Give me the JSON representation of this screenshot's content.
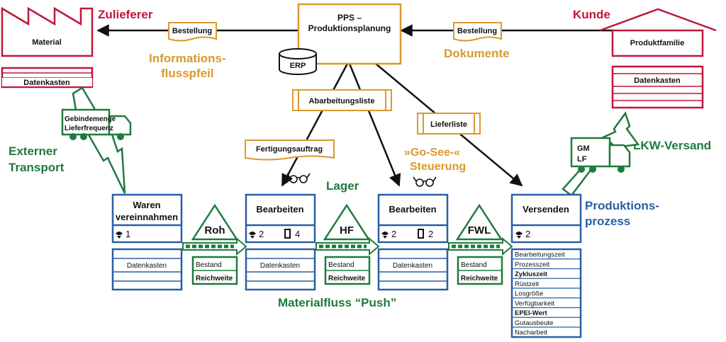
{
  "colors": {
    "red": "#c0163b",
    "orange": "#d89a2c",
    "blue": "#2a5fa5",
    "green": "#1f7a3e",
    "black": "#111111"
  },
  "supplier": {
    "heading": "Zulieferer",
    "label": "Material",
    "datakasten": "Datenkasten"
  },
  "customer": {
    "heading": "Kunde",
    "label": "Produktfamilie",
    "datakasten": "Datenkasten"
  },
  "pps": {
    "line1": "PPS –",
    "line2": "Produktionsplanung",
    "erp": "ERP"
  },
  "documents": {
    "order_left": "Bestellung",
    "order_right": "Bestellung",
    "work_list": "Abarbeitungsliste",
    "delivery_list": "Lieferliste",
    "production_order": "Fertigungsauftrag"
  },
  "annotations": {
    "info_arrow_1": "Informations-",
    "info_arrow_2": "flusspfeil",
    "documents": "Dokumente",
    "go_see_1": "»Go-See-«",
    "go_see_2": "Steuerung",
    "external_1": "Externer",
    "external_2": "Transport",
    "storage": "Lager",
    "truck_ship": "LKW-Versand",
    "prod_process_1": "Produktions-",
    "prod_process_2": "prozess",
    "material_flow": "Materialfluss “Push”"
  },
  "trucks": {
    "inbound_line1": "Gebindemenge",
    "inbound_line2": "Lieferfrequenz",
    "outbound_line1": "GM",
    "outbound_line2": "LF"
  },
  "processes": [
    {
      "title_line1": "Waren",
      "title_line2": "vereinnahmen",
      "operators": "1",
      "workpieces": "",
      "datakasten": "Datenkasten"
    },
    {
      "title_line1": "Bearbeiten",
      "title_line2": "",
      "operators": "2",
      "workpieces": "4",
      "datakasten": "Datenkasten"
    },
    {
      "title_line1": "Bearbeiten",
      "title_line2": "",
      "operators": "2",
      "workpieces": "2",
      "datakasten": "Datenkasten"
    },
    {
      "title_line1": "Versenden",
      "title_line2": "",
      "operators": "2",
      "workpieces": ""
    }
  ],
  "inventories": [
    {
      "label": "Roh",
      "stock": "Bestand",
      "range": "Reichweite"
    },
    {
      "label": "HF",
      "stock": "Bestand",
      "range": "Reichweite"
    },
    {
      "label": "FWL",
      "stock": "Bestand",
      "range": "Reichweite"
    }
  ],
  "shipping_data": [
    {
      "text": "Bearbeitungszeit",
      "bold": false
    },
    {
      "text": "Prozesszeit",
      "bold": false
    },
    {
      "text": "Zykluszeit",
      "bold": true
    },
    {
      "text": "Rüstzeit",
      "bold": false
    },
    {
      "text": "Losgröße",
      "bold": false
    },
    {
      "text": "Verfügbarkeit",
      "bold": false
    },
    {
      "text": "EPEI-Wert",
      "bold": true
    },
    {
      "text": "Gutausbeute",
      "bold": false
    },
    {
      "text": "Nacharbeit",
      "bold": false
    }
  ]
}
